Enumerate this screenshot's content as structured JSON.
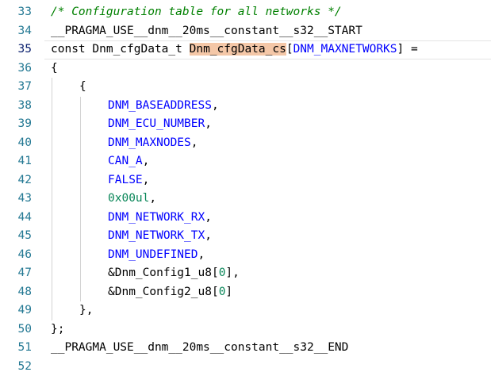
{
  "editor": {
    "lines": [
      {
        "num": "33",
        "tokens": [
          {
            "t": "/* Configuration table for all networks */",
            "k": "comment"
          }
        ]
      },
      {
        "num": "34",
        "tokens": [
          {
            "t": "__PRAGMA_USE__dnm__20ms__constant__s32__START",
            "k": "ident"
          }
        ]
      },
      {
        "num": "35",
        "current": true,
        "tokens": [
          {
            "t": "const Dnm_cfgData_t ",
            "k": "ident"
          },
          {
            "t": "Dnm_cfgData_cs",
            "k": "hl"
          },
          {
            "t": "[",
            "k": "ident"
          },
          {
            "t": "DNM_MAXNETWORKS",
            "k": "macro"
          },
          {
            "t": "] =",
            "k": "ident"
          }
        ]
      },
      {
        "num": "36",
        "tokens": [
          {
            "t": "{",
            "k": "ident"
          }
        ]
      },
      {
        "num": "37",
        "indent": [
          true
        ],
        "tokens": [
          {
            "t": "{",
            "k": "ident"
          }
        ]
      },
      {
        "num": "38",
        "indent": [
          true,
          true
        ],
        "tokens": [
          {
            "t": "DNM_BASEADDRESS",
            "k": "macro"
          },
          {
            "t": ",",
            "k": "ident"
          }
        ]
      },
      {
        "num": "39",
        "indent": [
          true,
          true
        ],
        "tokens": [
          {
            "t": "DNM_ECU_NUMBER",
            "k": "macro"
          },
          {
            "t": ",",
            "k": "ident"
          }
        ]
      },
      {
        "num": "40",
        "indent": [
          true,
          true
        ],
        "tokens": [
          {
            "t": "DNM_MAXNODES",
            "k": "macro"
          },
          {
            "t": ",",
            "k": "ident"
          }
        ]
      },
      {
        "num": "41",
        "indent": [
          true,
          true
        ],
        "tokens": [
          {
            "t": "CAN_A",
            "k": "macro"
          },
          {
            "t": ",",
            "k": "ident"
          }
        ]
      },
      {
        "num": "42",
        "indent": [
          true,
          true
        ],
        "tokens": [
          {
            "t": "FALSE",
            "k": "macro"
          },
          {
            "t": ",",
            "k": "ident"
          }
        ]
      },
      {
        "num": "43",
        "indent": [
          true,
          true
        ],
        "tokens": [
          {
            "t": "0x00ul",
            "k": "num"
          },
          {
            "t": ",",
            "k": "ident"
          }
        ]
      },
      {
        "num": "44",
        "indent": [
          true,
          true
        ],
        "tokens": [
          {
            "t": "DNM_NETWORK_RX",
            "k": "macro"
          },
          {
            "t": ",",
            "k": "ident"
          }
        ]
      },
      {
        "num": "45",
        "indent": [
          true,
          true
        ],
        "tokens": [
          {
            "t": "DNM_NETWORK_TX",
            "k": "macro"
          },
          {
            "t": ",",
            "k": "ident"
          }
        ]
      },
      {
        "num": "46",
        "indent": [
          true,
          true
        ],
        "tokens": [
          {
            "t": "DNM_UNDEFINED",
            "k": "macro"
          },
          {
            "t": ",",
            "k": "ident"
          }
        ]
      },
      {
        "num": "47",
        "indent": [
          true,
          true
        ],
        "tokens": [
          {
            "t": "&Dnm_Config1_u8[",
            "k": "ident"
          },
          {
            "t": "0",
            "k": "num"
          },
          {
            "t": "],",
            "k": "ident"
          }
        ]
      },
      {
        "num": "48",
        "indent": [
          true,
          true
        ],
        "tokens": [
          {
            "t": "&Dnm_Config2_u8[",
            "k": "ident"
          },
          {
            "t": "0",
            "k": "num"
          },
          {
            "t": "]",
            "k": "ident"
          }
        ]
      },
      {
        "num": "49",
        "indent": [
          true
        ],
        "tokens": [
          {
            "t": "},",
            "k": "ident"
          }
        ]
      },
      {
        "num": "50",
        "tokens": [
          {
            "t": "};",
            "k": "ident"
          }
        ]
      },
      {
        "num": "51",
        "tokens": [
          {
            "t": "__PRAGMA_USE__dnm__20ms__constant__s32__END",
            "k": "ident"
          }
        ]
      },
      {
        "num": "52",
        "tokens": []
      }
    ]
  },
  "colors": {
    "line_number": "#237893",
    "comment": "#008000",
    "macro": "#0000ff",
    "number": "#098658",
    "highlight": "#f4c7a7",
    "indent_guide": "#d3d3d3"
  }
}
